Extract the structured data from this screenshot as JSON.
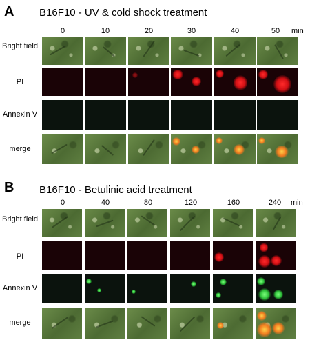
{
  "panel_a": {
    "letter": "A",
    "title": "B16F10 - UV & cold shock treatment",
    "times": [
      "0",
      "10",
      "20",
      "30",
      "40",
      "50"
    ],
    "unit": "min",
    "rows": [
      "Bright field",
      "PI",
      "Annexin V",
      "merge"
    ]
  },
  "panel_b": {
    "letter": "B",
    "title": "B16F10 - Betulinic acid treatment",
    "times": [
      "0",
      "40",
      "80",
      "120",
      "160",
      "240"
    ],
    "unit": "min",
    "rows": [
      "Bright field",
      "PI",
      "Annexin V",
      "merge"
    ]
  }
}
